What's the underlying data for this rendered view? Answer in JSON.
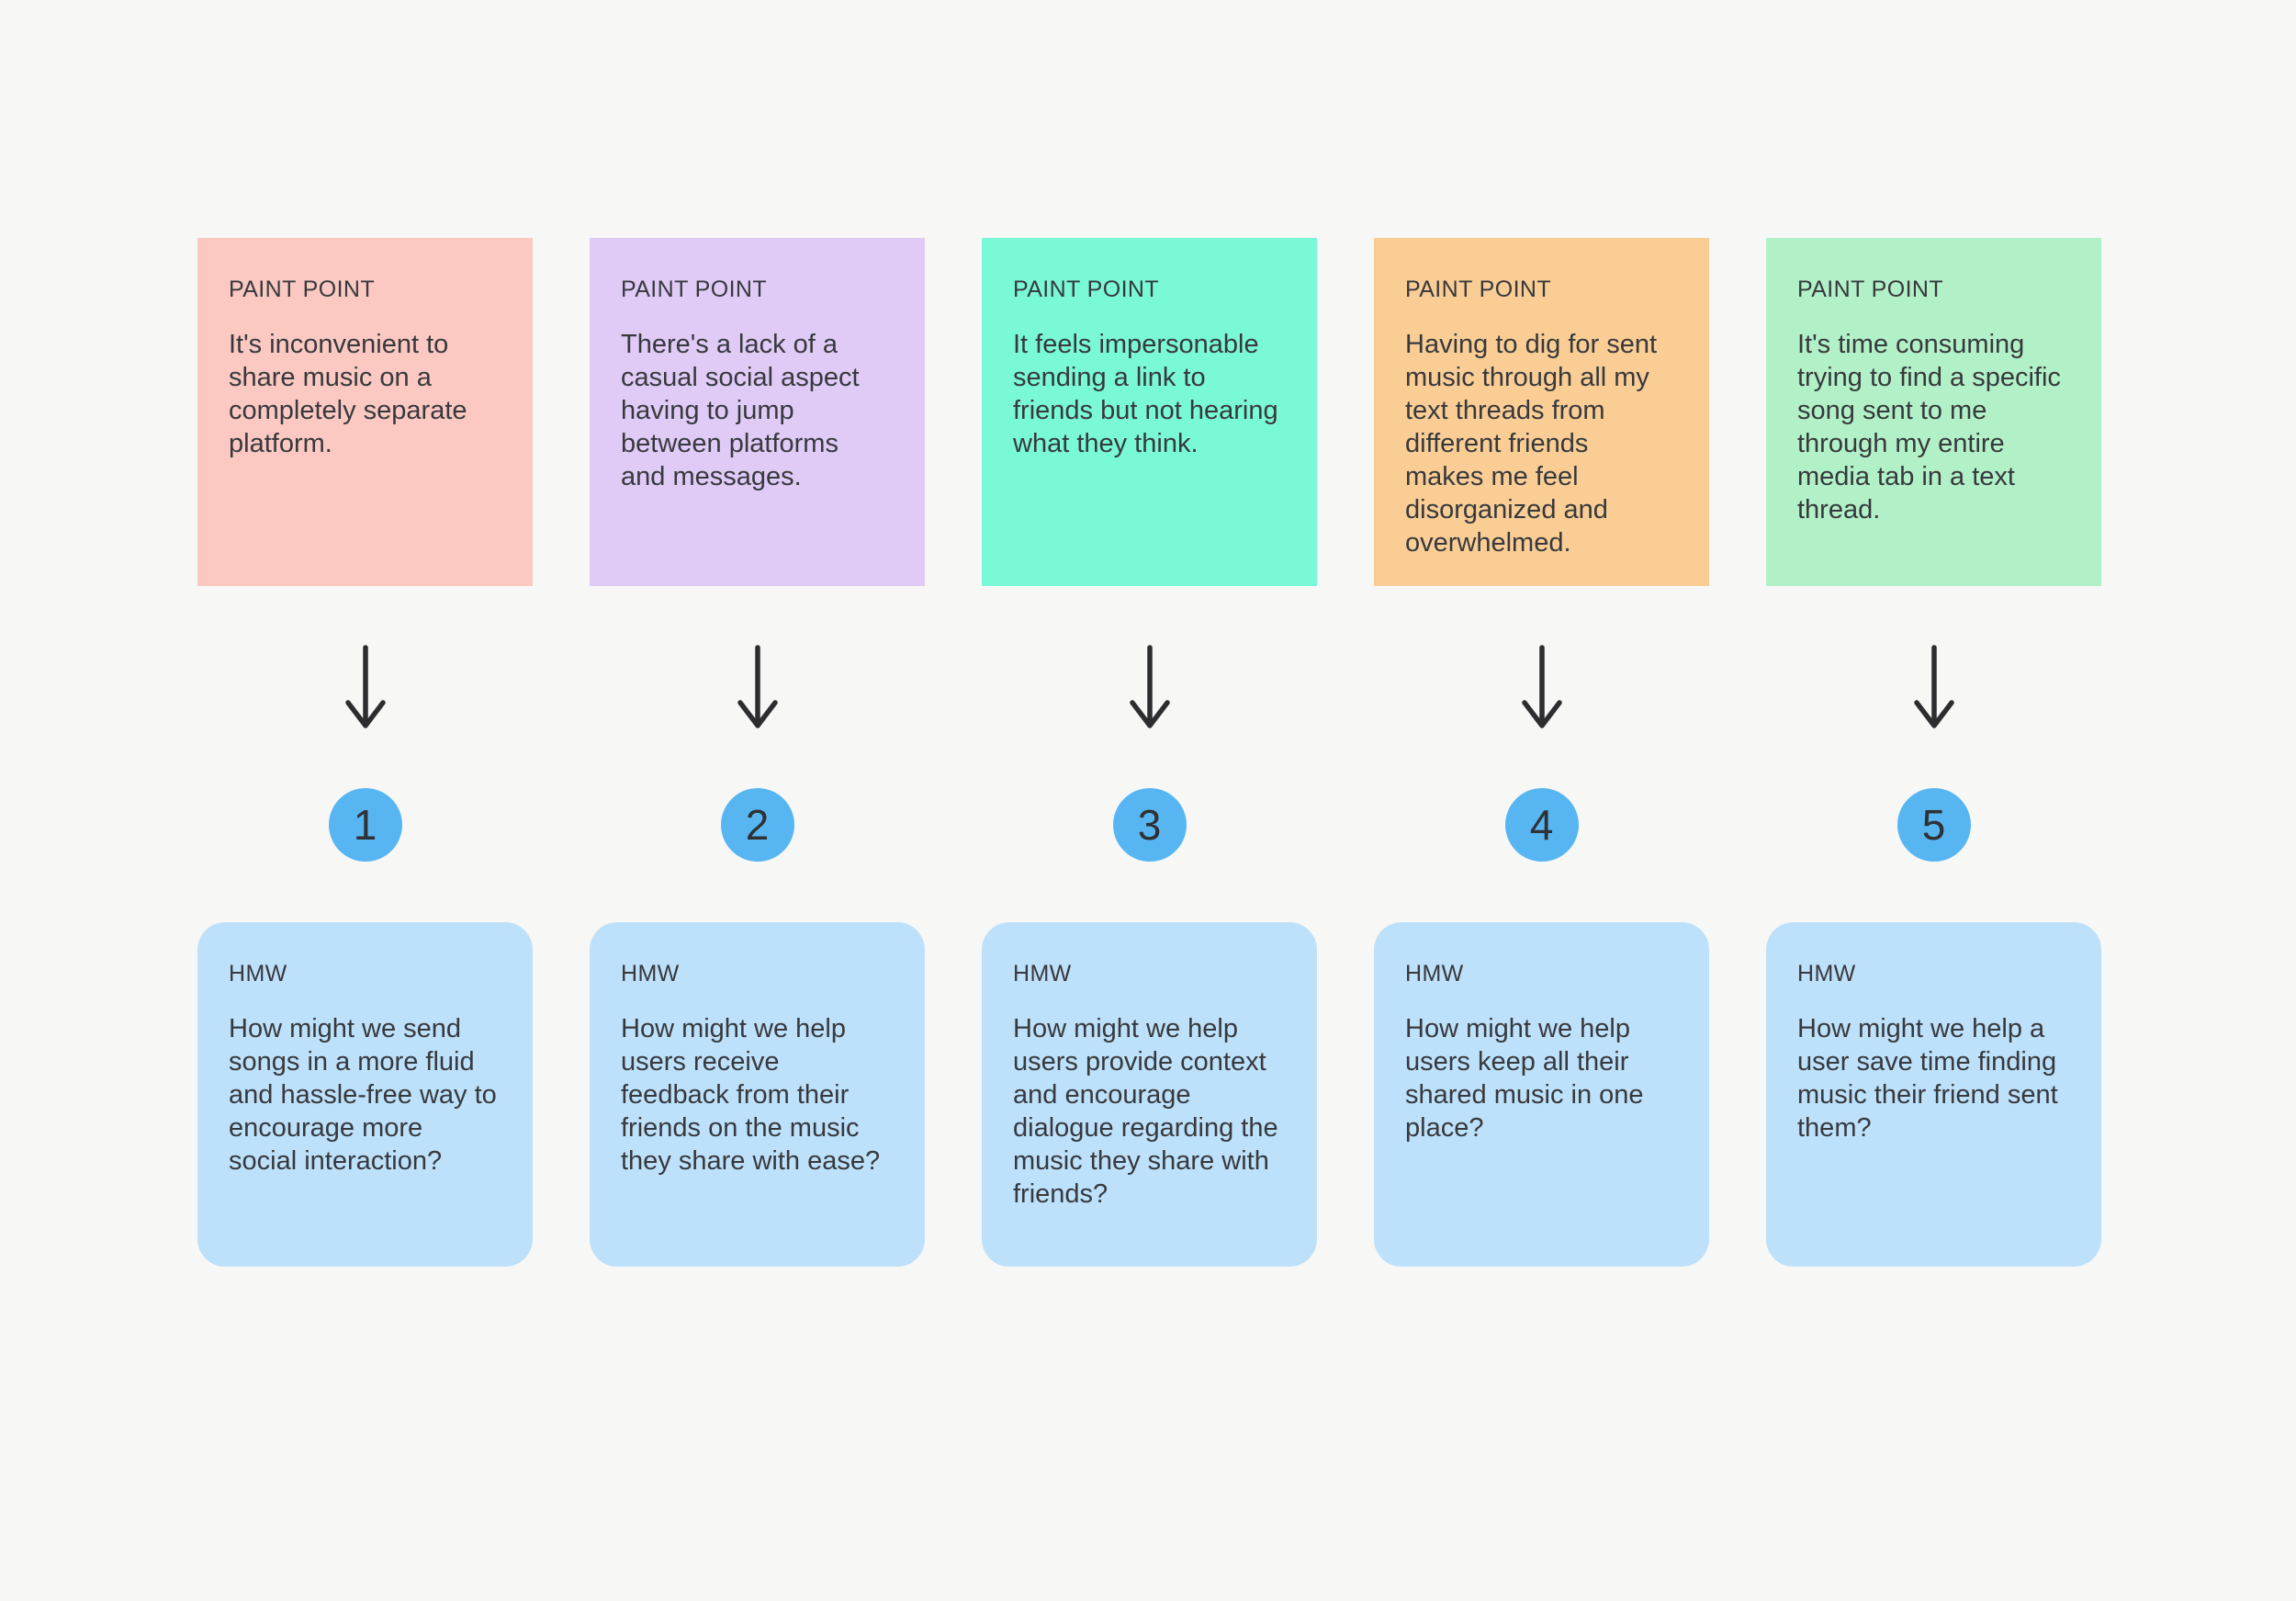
{
  "board": {
    "background_color": "#F7F7F6",
    "text_color": "#37393D",
    "arrow_color": "#2D2D2F",
    "circle_color": "#57B6F2",
    "circle_text_color": "#2F3134",
    "hmw_card_color": "#BDE1FB",
    "columns": [
      {
        "number": "1",
        "pain_point": {
          "label": "PAINT POINT",
          "color": "#FCC8C2",
          "text": "It's inconvenient to\nshare music on a\ncompletely separate\nplatform."
        },
        "hmw": {
          "label": "HMW",
          "color": "#BDE1FB",
          "text": "How might we send\nsongs in a more fluid\nand hassle-free way to\nencourage more\nsocial interaction?"
        }
      },
      {
        "number": "2",
        "pain_point": {
          "label": "PAINT POINT",
          "color": "#E0CBF7",
          "text": "There's a lack of a\ncasual social aspect\nhaving to jump\nbetween platforms\nand messages."
        },
        "hmw": {
          "label": "HMW",
          "color": "#BDE1FB",
          "text": "How might we help\nusers receive\nfeedback from their\nfriends on the music\nthey share with ease?"
        }
      },
      {
        "number": "3",
        "pain_point": {
          "label": "PAINT POINT",
          "color": "#79F9D6",
          "text": "It feels impersonable\nsending a link to\nfriends but not hearing\nwhat they think."
        },
        "hmw": {
          "label": "HMW",
          "color": "#BDE1FB",
          "text": "How might we help\nusers provide context\nand encourage\ndialogue regarding the\nmusic they share with\nfriends?"
        }
      },
      {
        "number": "4",
        "pain_point": {
          "label": "PAINT POINT",
          "color": "#FACD94",
          "text": "Having to dig for sent\nmusic through all my\ntext threads from\ndifferent friends\nmakes me feel\ndisorganized and\noverwhelmed."
        },
        "hmw": {
          "label": "HMW",
          "color": "#BDE1FB",
          "text": "How might we help\nusers keep all their\nshared music in one\nplace?"
        }
      },
      {
        "number": "5",
        "pain_point": {
          "label": "PAINT POINT",
          "color": "#B2F1C7",
          "text": "It's time consuming\ntrying to find a specific\nsong sent to me\nthrough my entire\nmedia tab in a text\nthread."
        },
        "hmw": {
          "label": "HMW",
          "color": "#BDE1FB",
          "text": "How might we help a\nuser save time finding\nmusic their friend sent\nthem?"
        }
      }
    ]
  }
}
